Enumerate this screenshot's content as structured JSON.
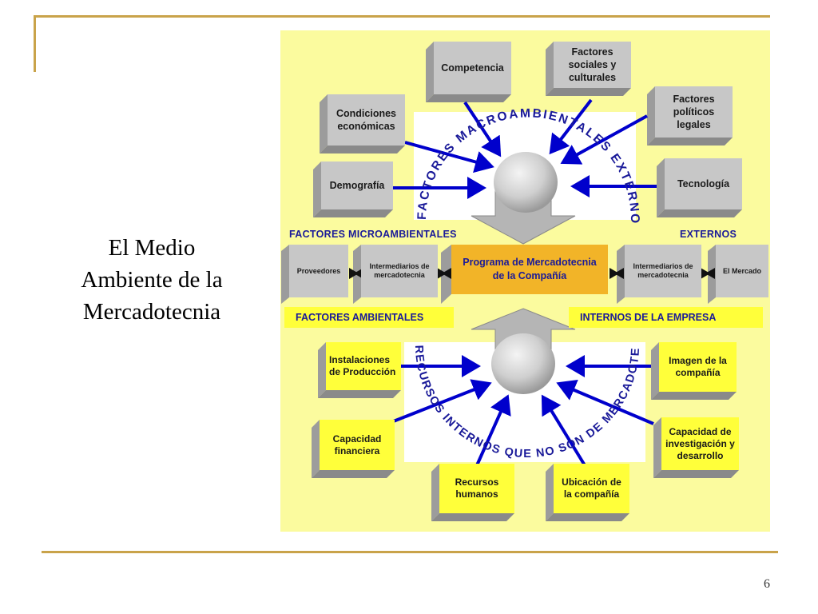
{
  "slide": {
    "title_line1": "El Medio",
    "title_line2": "Ambiente de la",
    "title_line3": "Mercadotecnia",
    "page_number": "6"
  },
  "colors": {
    "accent_rule": "#c9a34a",
    "canvas": "#fbfb9e",
    "gray_box": "#c7c7c7",
    "yellow_box": "#ffff3a",
    "arrow": "#0000cc",
    "orange_box": "#f2b428"
  },
  "macro": {
    "arc_text": "FACTORES MACROAMBIENTALES EXTERNOS",
    "boxes": {
      "competencia": "Competencia",
      "sociales_1": "Factores",
      "sociales_2": "sociales y",
      "sociales_3": "culturales",
      "economicas_1": "Condiciones",
      "economicas_2": "económicas",
      "politicos_1": "Factores",
      "politicos_2": "políticos",
      "politicos_3": "legales",
      "demografia": "Demografía",
      "tecnologia": "Tecnología"
    }
  },
  "micro": {
    "label_left": "FACTORES MICROAMBIENTALES",
    "label_right": "EXTERNOS",
    "proveedores": "Proveedores",
    "intermediarios_1a": "Intermediarios de",
    "intermediarios_1b": "mercadotecnia",
    "programa_1": "Programa de Mercadotecnia",
    "programa_2": "de la Compañía",
    "intermediarios_2a": "Intermediarios de",
    "intermediarios_2b": "mercadotecnia",
    "mercado": "El Mercado"
  },
  "internal": {
    "label_left": "FACTORES AMBIENTALES",
    "label_right": "INTERNOS DE LA EMPRESA",
    "arc_text": "RECURSOS INTERNOS QUE NO SON DE MERCADOTECNIA",
    "boxes": {
      "instalaciones_1": "Instalaciones",
      "instalaciones_2": "de Producción",
      "imagen_1": "Imagen de la",
      "imagen_2": "compañía",
      "capacidad_fin_1": "Capacidad",
      "capacidad_fin_2": "financiera",
      "capacidad_inv_1": "Capacidad de",
      "capacidad_inv_2": "investigación y",
      "capacidad_inv_3": "desarrollo",
      "recursos_1": "Recursos",
      "recursos_2": "humanos",
      "ubicacion_1": "Ubicación de",
      "ubicacion_2": "la compañía"
    }
  }
}
